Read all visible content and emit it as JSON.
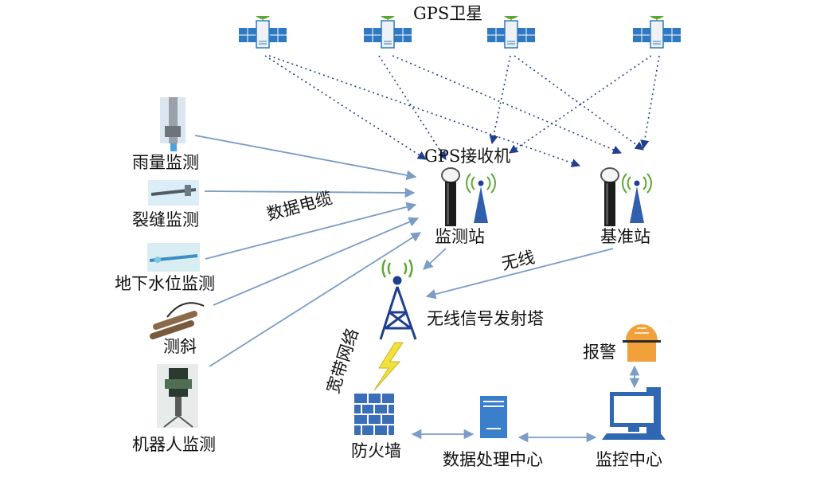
{
  "title": "GPS卫星",
  "receiver_label": "GPS接收机",
  "sensors": [
    {
      "label": "雨量监测",
      "icon": "rain-gauge-icon"
    },
    {
      "label": "裂缝监测",
      "icon": "crack-meter-icon"
    },
    {
      "label": "地下水位监测",
      "icon": "water-level-sensor-icon"
    },
    {
      "label": "测斜",
      "icon": "inclinometer-icon"
    },
    {
      "label": "机器人监测",
      "icon": "total-station-robot-icon"
    }
  ],
  "cable_label": "数据电缆",
  "monitoring_station": "监测站",
  "reference_station": "基准站",
  "wireless_label": "无线",
  "tower_label": "无线信号发射塔",
  "broadband_label": "宽带网络",
  "firewall_label": "防火墙",
  "data_center_label": "数据处理中心",
  "control_center_label": "监控中心",
  "alarm_label": "报警",
  "colors": {
    "arrow": "#7a9cc6",
    "dotted": "#1f3f8f",
    "satellite": "#2f79c2",
    "tower": "#1f3f8f",
    "signal": "#5aa832",
    "lightning": "#f1e13a",
    "firewall": "#3a6fb7",
    "alarm": "#f2a13a"
  }
}
